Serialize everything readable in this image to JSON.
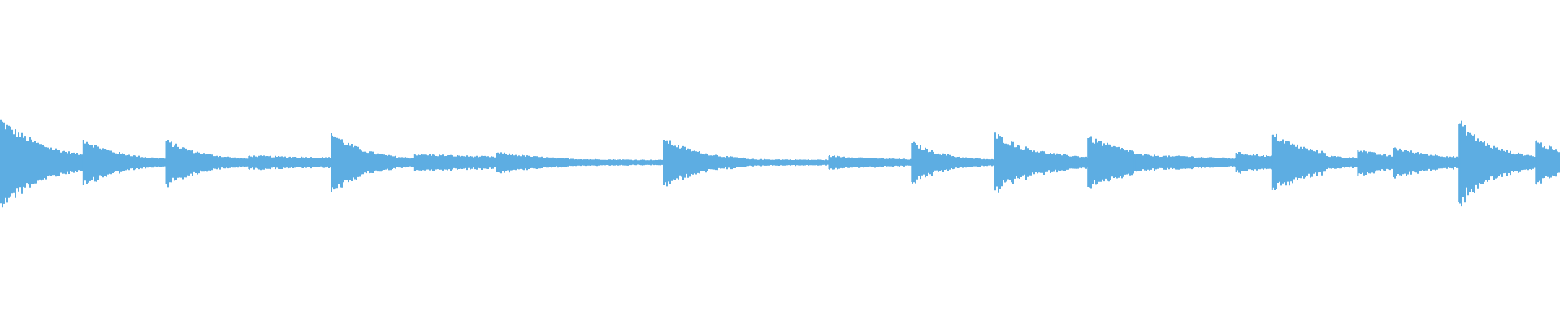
{
  "chart_data": {
    "type": "area",
    "description_kind": "audio-waveform",
    "color": "#5dade2",
    "background": "#ffffff",
    "amplitude_range": [
      -1,
      1
    ],
    "time_range": [
      0,
      1
    ],
    "grid": false,
    "events": [
      {
        "t": 0.0,
        "peak": 0.25,
        "decay": 0.03,
        "floor": 0.004
      },
      {
        "t": 0.053,
        "peak": 0.14,
        "decay": 0.022,
        "floor": 0.012
      },
      {
        "t": 0.106,
        "peak": 0.13,
        "decay": 0.025,
        "floor": 0.008
      },
      {
        "t": 0.159,
        "peak": 0.04,
        "decay": 0.08,
        "floor": 0.018
      },
      {
        "t": 0.212,
        "peak": 0.18,
        "decay": 0.02,
        "floor": 0.015
      },
      {
        "t": 0.265,
        "peak": 0.05,
        "decay": 0.1,
        "floor": 0.01
      },
      {
        "t": 0.318,
        "peak": 0.06,
        "decay": 0.04,
        "floor": 0.006
      },
      {
        "t": 0.372,
        "peak": 0.02,
        "decay": 0.1,
        "floor": 0.008
      },
      {
        "t": 0.425,
        "peak": 0.14,
        "decay": 0.025,
        "floor": 0.01
      },
      {
        "t": 0.478,
        "peak": 0.02,
        "decay": 0.1,
        "floor": 0.01
      },
      {
        "t": 0.531,
        "peak": 0.04,
        "decay": 0.06,
        "floor": 0.004
      },
      {
        "t": 0.584,
        "peak": 0.12,
        "decay": 0.02,
        "floor": 0.01
      },
      {
        "t": 0.637,
        "peak": 0.17,
        "decay": 0.025,
        "floor": 0.02
      },
      {
        "t": 0.697,
        "peak": 0.15,
        "decay": 0.03,
        "floor": 0.018
      },
      {
        "t": 0.727,
        "peak": 0.05,
        "decay": 0.05,
        "floor": 0.015
      },
      {
        "t": 0.755,
        "peak": 0.04,
        "decay": 0.04,
        "floor": 0.015
      },
      {
        "t": 0.792,
        "peak": 0.06,
        "decay": 0.03,
        "floor": 0.018
      },
      {
        "t": 0.815,
        "peak": 0.17,
        "decay": 0.025,
        "floor": 0.022
      },
      {
        "t": 0.85,
        "peak": 0.04,
        "decay": 0.03,
        "floor": 0.015
      },
      {
        "t": 0.87,
        "peak": 0.08,
        "decay": 0.02,
        "floor": 0.018
      },
      {
        "t": 0.893,
        "peak": 0.09,
        "decay": 0.025,
        "floor": 0.02
      },
      {
        "t": 0.935,
        "peak": 0.24,
        "decay": 0.02,
        "floor": 0.02
      },
      {
        "t": 0.984,
        "peak": 0.13,
        "decay": 0.02,
        "floor": 0.015
      }
    ]
  }
}
